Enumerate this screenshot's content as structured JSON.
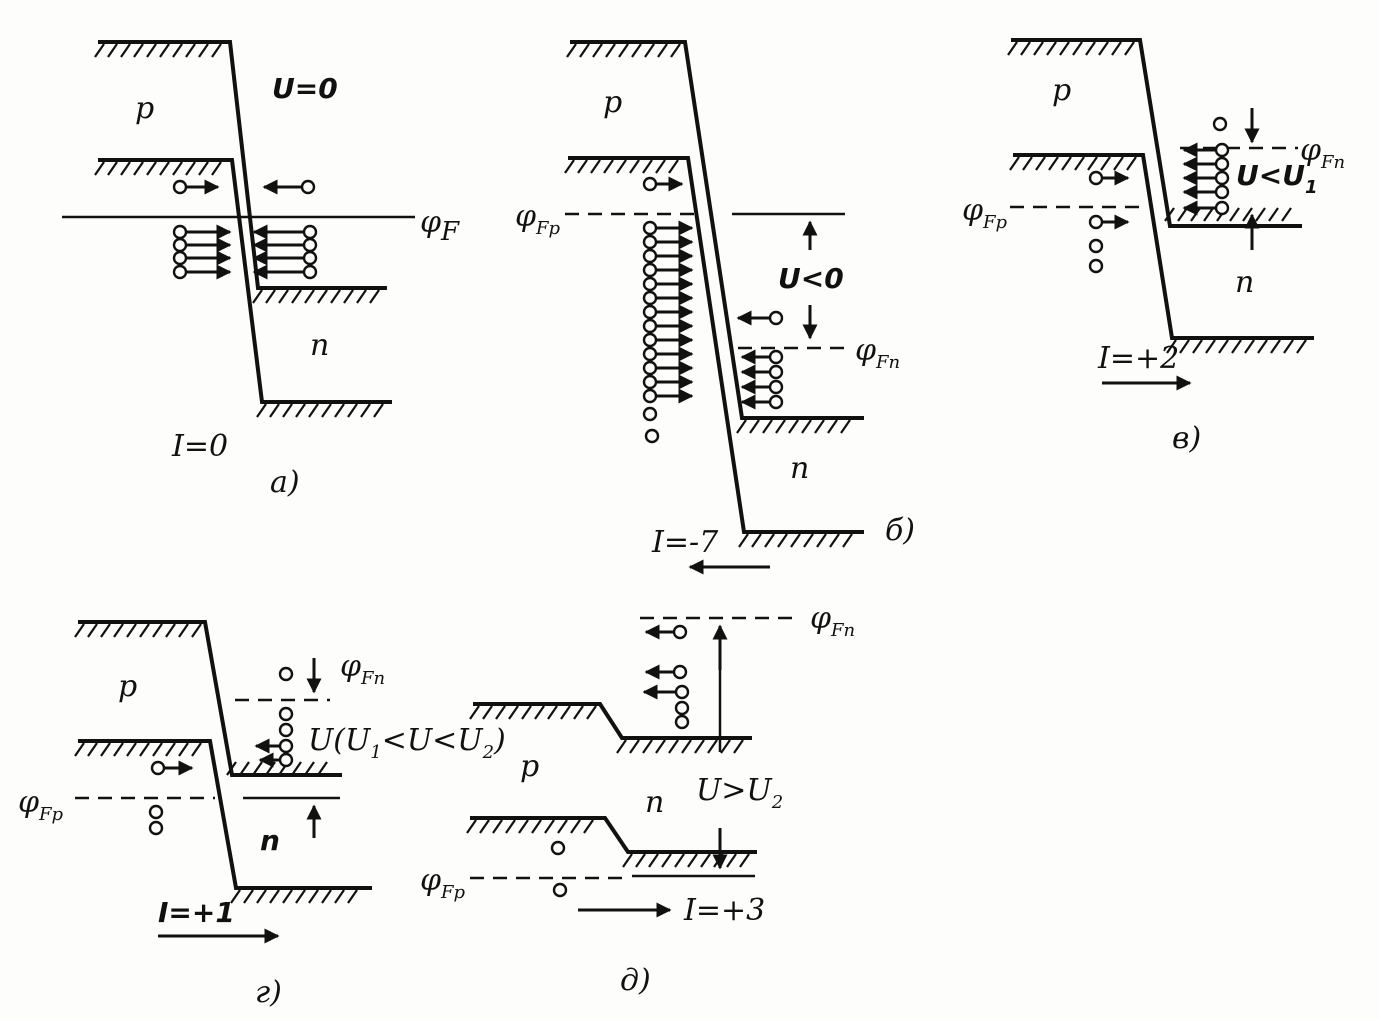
{
  "panel_a": {
    "p": "p",
    "n": "n",
    "u": "U=0",
    "phi": "φ",
    "phi_sub": "F",
    "current": "I=0",
    "caption": "а)"
  },
  "panel_b": {
    "p": "p",
    "n": "n",
    "u": "U<0",
    "phi_fp": "φ",
    "phi_fp_sub": "Fp",
    "phi_fn": "φ",
    "phi_fn_sub": "Fn",
    "current": "I=-7",
    "caption": "б)"
  },
  "panel_c": {
    "p": "p",
    "n": "n",
    "u": "U<U",
    "u_sub": "1",
    "phi_fp": "φ",
    "phi_fp_sub": "Fp",
    "phi_fn": "φ",
    "phi_fn_sub": "Fn",
    "current": "I=+2",
    "caption": "в)"
  },
  "panel_d": {
    "p": "p",
    "n": "n",
    "u": "U",
    "cond": "(U",
    "cond_sub1": "1",
    "cond_mid": "<U<U",
    "cond_sub2": "2",
    "cond_end": ")",
    "phi_fp": "φ",
    "phi_fp_sub": "Fp",
    "phi_fn": "φ",
    "phi_fn_sub": "Fn",
    "current": "I=+1",
    "caption": "г)"
  },
  "panel_e": {
    "p": "p",
    "n": "n",
    "u": "U>U",
    "u_sub": "2",
    "phi_fp": "φ",
    "phi_fp_sub": "Fp",
    "phi_fn": "φ",
    "phi_fn_sub": "Fn",
    "current": "I=+3",
    "caption": "д)"
  }
}
